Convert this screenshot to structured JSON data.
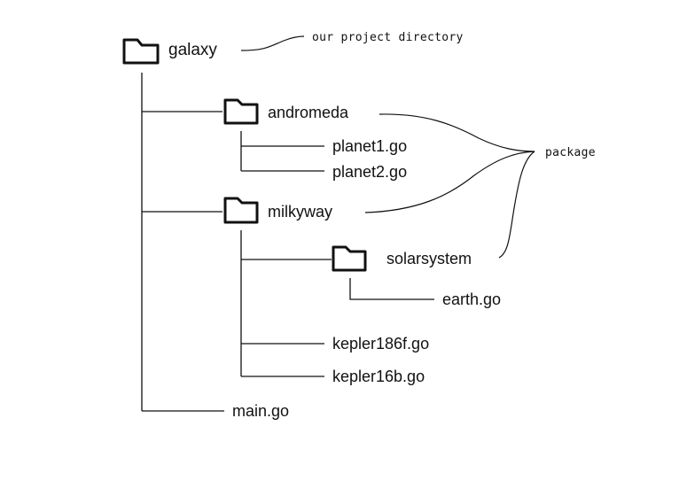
{
  "diagram": {
    "type": "directory-tree",
    "root": {
      "name": "galaxy",
      "kind": "folder",
      "annotation": "our project directory",
      "children": [
        {
          "name": "andromeda",
          "kind": "folder",
          "children": [
            {
              "name": "planet1.go",
              "kind": "file"
            },
            {
              "name": "planet2.go",
              "kind": "file"
            }
          ]
        },
        {
          "name": "milkyway",
          "kind": "folder",
          "children": [
            {
              "name": "solarsystem",
              "kind": "folder",
              "children": [
                {
                  "name": "earth.go",
                  "kind": "file"
                }
              ]
            },
            {
              "name": "kepler186f.go",
              "kind": "file"
            },
            {
              "name": "kepler16b.go",
              "kind": "file"
            }
          ]
        },
        {
          "name": "main.go",
          "kind": "file"
        }
      ]
    },
    "annotations": {
      "root_note": "our project directory",
      "package_note": "package",
      "package_targets": [
        "andromeda",
        "milkyway",
        "solarsystem"
      ]
    },
    "icons": {
      "folder": "folder-icon"
    }
  },
  "labels": {
    "galaxy": "galaxy",
    "andromeda": "andromeda",
    "planet1": "planet1.go",
    "planet2": "planet2.go",
    "milkyway": "milkyway",
    "solarsystem": "solarsystem",
    "earth": "earth.go",
    "kepler186f": "kepler186f.go",
    "kepler16b": "kepler16b.go",
    "main": "main.go",
    "project_note": "our project directory",
    "package_note": "package"
  },
  "colors": {
    "line": "#111111",
    "text": "#111111",
    "background": "#ffffff"
  }
}
